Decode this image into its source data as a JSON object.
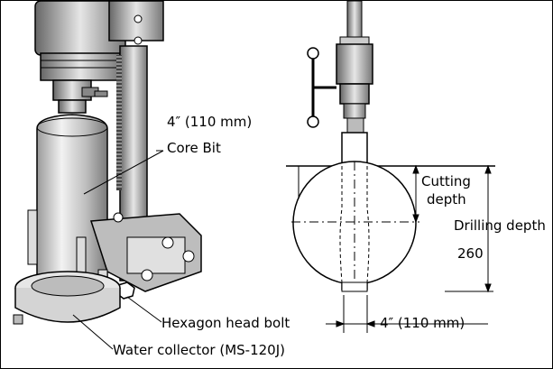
{
  "labels": {
    "bit_size": "4″ (110 mm)",
    "core_bit": "Core Bit",
    "cutting_depth_1": "Cutting",
    "cutting_depth_2": "depth",
    "drilling_depth": "Drilling depth",
    "depth_value": "260",
    "hex_bolt": "Hexagon head bolt",
    "bottom_size": "4″ (110 mm)",
    "water_collector": "Water collector (MS-120J)"
  },
  "colors": {
    "ink": "#000000",
    "shade": "#8a8a8a",
    "light": "#c8c8c8",
    "paper": "#ffffff"
  }
}
